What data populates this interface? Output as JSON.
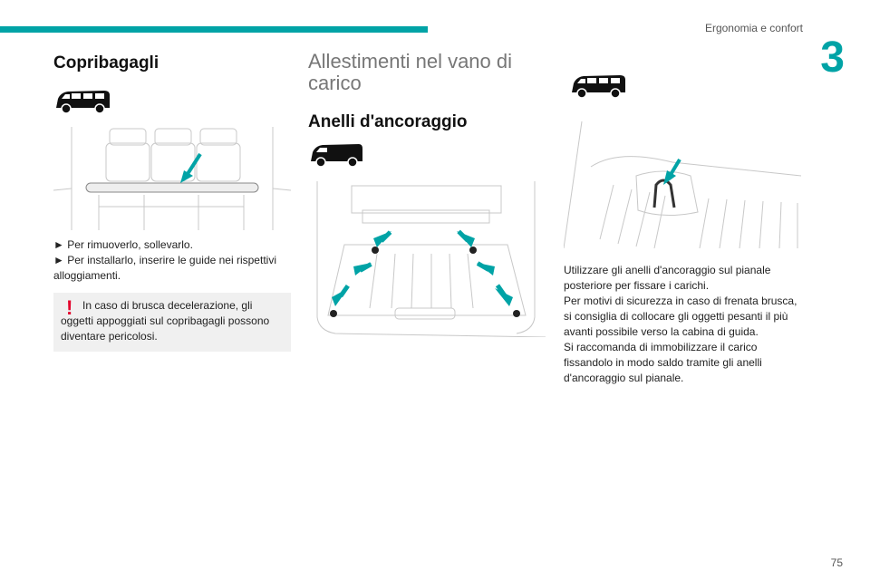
{
  "header": {
    "section_title": "Ergonomia e confort",
    "chapter_number": "3",
    "page_number": "75"
  },
  "col1": {
    "title": "Copribagagli",
    "steps": [
      "► Per rimuoverlo, sollevarlo.",
      "► Per installarlo, inserire le guide nei rispettivi alloggiamenti."
    ],
    "warning": "In caso di brusca decelerazione, gli oggetti appoggiati sul copribagagli possono diventare pericolosi."
  },
  "col2": {
    "title": "Allestimenti nel vano di carico",
    "subtitle": "Anelli d'ancoraggio"
  },
  "col3": {
    "paragraphs": [
      "Utilizzare gli anelli d'ancoraggio sul pianale posteriore per fissare i carichi.",
      "Per motivi di sicurezza in caso di frenata brusca, si consiglia di collocare gli oggetti pesanti il più avanti possibile verso la cabina di guida.",
      "Si raccomanda di immobilizzare il carico fissandolo in modo saldo tramite gli anelli d'ancoraggio sul pianale."
    ]
  },
  "colors": {
    "accent": "#00a3a6",
    "warning": "#e3002b",
    "warning_bg": "#f0f0f0"
  }
}
